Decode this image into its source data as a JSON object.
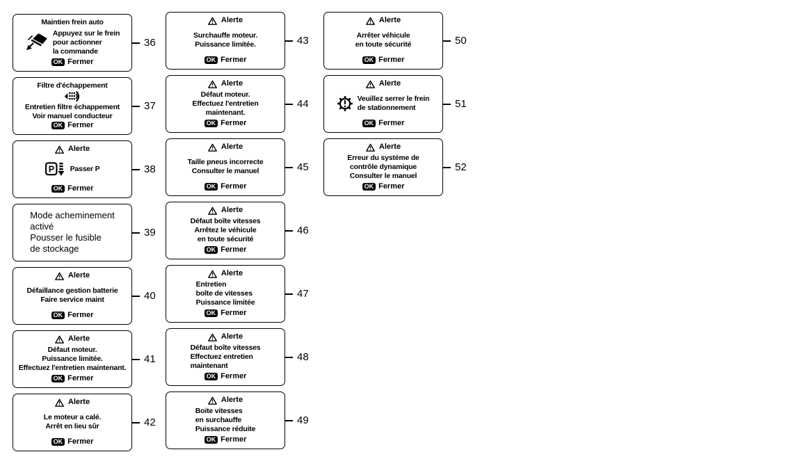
{
  "ok_label": "OK",
  "colors": {
    "ink": "#000000",
    "paper": "#ffffff"
  },
  "columns": [
    {
      "boxes": [
        {
          "ref": "36",
          "header": {
            "type": "title",
            "text": "Maintien frein auto"
          },
          "icon": "brake-pedal-icon",
          "icon_position": "left",
          "body_lines": [
            "Appuyez sur le frein",
            "pour actionner",
            "la commande"
          ],
          "body_align": "left",
          "body_weight": "bold",
          "footer": {
            "label": "Fermer"
          }
        },
        {
          "ref": "37",
          "header": {
            "type": "title",
            "text": "Filtre d'échappement"
          },
          "icon": "exhaust-filter-icon",
          "icon_position": "center",
          "body_lines": [
            "Entretien filtre échappement",
            "Voir manuel conducteur"
          ],
          "body_align": "center",
          "body_weight": "bold",
          "footer": {
            "label": "Fermer"
          }
        },
        {
          "ref": "38",
          "header": {
            "type": "alert",
            "text": "Alerte"
          },
          "icon": "shift-park-icon",
          "icon_position": "left",
          "body_lines": [
            "Passer P"
          ],
          "body_align": "left",
          "body_weight": "bold",
          "footer": {
            "label": "Fermer"
          }
        },
        {
          "ref": "39",
          "header": null,
          "icon": null,
          "icon_position": null,
          "body_lines": [
            "Mode acheminement",
            "activé",
            "Pousser le fusible",
            "de stockage"
          ],
          "body_align": "left",
          "body_weight": "normal",
          "footer": null
        },
        {
          "ref": "40",
          "header": {
            "type": "alert",
            "text": "Alerte"
          },
          "icon": null,
          "icon_position": null,
          "body_lines": [
            "Défaillance gestion batterie",
            "Faire service maint"
          ],
          "body_align": "center",
          "body_weight": "bold",
          "footer": {
            "label": "Fermer"
          }
        },
        {
          "ref": "41",
          "header": {
            "type": "alert",
            "text": "Alerte"
          },
          "icon": null,
          "icon_position": null,
          "body_lines": [
            "Défaut moteur.",
            "Puissance limitée.",
            "Effectuez l'entretien maintenant."
          ],
          "body_align": "center",
          "body_weight": "bold",
          "footer": {
            "label": "Fermer"
          }
        },
        {
          "ref": "42",
          "header": {
            "type": "alert",
            "text": "Alerte"
          },
          "icon": null,
          "icon_position": null,
          "body_lines": [
            "Le moteur a calé.",
            "Arrêt en lieu sûr"
          ],
          "body_align": "center",
          "body_weight": "bold",
          "footer": {
            "label": "Fermer"
          }
        }
      ]
    },
    {
      "boxes": [
        {
          "ref": "43",
          "header": {
            "type": "alert",
            "text": "Alerte"
          },
          "icon": null,
          "icon_position": null,
          "body_lines": [
            "Surchauffe moteur.",
            "Puissance limitée."
          ],
          "body_align": "center",
          "body_weight": "bold",
          "footer": {
            "label": "Fermer"
          }
        },
        {
          "ref": "44",
          "header": {
            "type": "alert",
            "text": "Alerte"
          },
          "icon": null,
          "icon_position": null,
          "body_lines": [
            "Défaut moteur.",
            "Effectuez l'entretien",
            "maintenant."
          ],
          "body_align": "center",
          "body_weight": "bold",
          "footer": {
            "label": "Fermer"
          }
        },
        {
          "ref": "45",
          "header": {
            "type": "alert",
            "text": "Alerte"
          },
          "icon": null,
          "icon_position": null,
          "body_lines": [
            "Taille pneus incorrecte",
            "Consulter le manuel"
          ],
          "body_align": "center",
          "body_weight": "bold",
          "footer": {
            "label": "Fermer"
          }
        },
        {
          "ref": "46",
          "header": {
            "type": "alert",
            "text": "Alerte"
          },
          "icon": null,
          "icon_position": null,
          "body_lines": [
            "Défaut boîte vitesses",
            "Arrêtez le véhicule",
            "en toute sécurité"
          ],
          "body_align": "center",
          "body_weight": "bold",
          "footer": {
            "label": "Fermer"
          }
        },
        {
          "ref": "47",
          "header": {
            "type": "alert",
            "text": "Alerte"
          },
          "icon": null,
          "icon_position": null,
          "body_lines": [
            "Entretien",
            "boîte de vitesses",
            "Puissance limitée"
          ],
          "body_align": "left",
          "body_weight": "bold",
          "footer": {
            "label": "Fermer"
          }
        },
        {
          "ref": "48",
          "header": {
            "type": "alert",
            "text": "Alerte"
          },
          "icon": null,
          "icon_position": null,
          "body_lines": [
            "Défaut boîte vitesses",
            "Effectuez entretien",
            "maintenant"
          ],
          "body_align": "left",
          "body_weight": "bold",
          "footer": {
            "label": "Fermer"
          }
        },
        {
          "ref": "49",
          "header": {
            "type": "alert",
            "text": "Alerte"
          },
          "icon": null,
          "icon_position": null,
          "body_lines": [
            "Boite vitesses",
            "en surchauffe",
            "Puissance réduite"
          ],
          "body_align": "left",
          "body_weight": "bold",
          "footer": {
            "label": "Fermer"
          }
        }
      ]
    },
    {
      "boxes": [
        {
          "ref": "50",
          "header": {
            "type": "alert",
            "text": "Alerte"
          },
          "icon": null,
          "icon_position": null,
          "body_lines": [
            "Arrêter véhicule",
            "en toute sécurité"
          ],
          "body_align": "center",
          "body_weight": "bold",
          "footer": {
            "label": "Fermer"
          }
        },
        {
          "ref": "51",
          "header": {
            "type": "alert",
            "text": "Alerte"
          },
          "icon": "gear-warning-icon",
          "icon_position": "left",
          "body_lines": [
            "Veuillez serrer le frein",
            "de stationnement"
          ],
          "body_align": "left",
          "body_weight": "bold",
          "footer": {
            "label": "Fermer"
          }
        },
        {
          "ref": "52",
          "header": {
            "type": "alert",
            "text": "Alerte"
          },
          "icon": null,
          "icon_position": null,
          "body_lines": [
            "Erreur du système de",
            "contrôle dynamique",
            "Consulter le manuel"
          ],
          "body_align": "center",
          "body_weight": "bold",
          "footer": {
            "label": "Fermer"
          }
        }
      ]
    }
  ]
}
